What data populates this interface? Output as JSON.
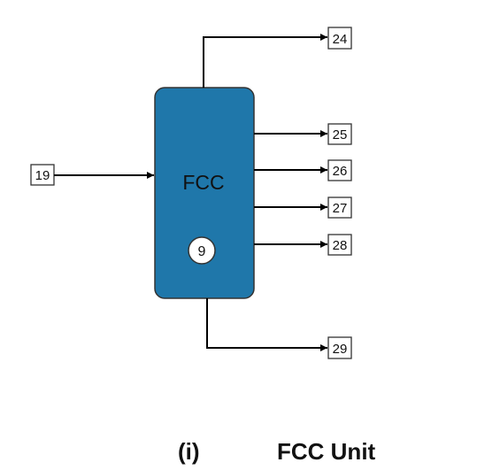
{
  "unit": {
    "label": "FCC",
    "badge": "9",
    "fill": "#1f77aa",
    "stroke": "#333333"
  },
  "streams": {
    "input": "19",
    "top_output": "24",
    "side_outputs": [
      "25",
      "26",
      "27",
      "28"
    ],
    "bottom_output": "29"
  },
  "caption": {
    "number": "(i)",
    "title": "FCC Unit"
  },
  "colors": {
    "line": "#000000",
    "box_border": "#333333",
    "box_fill": "#ffffff"
  }
}
